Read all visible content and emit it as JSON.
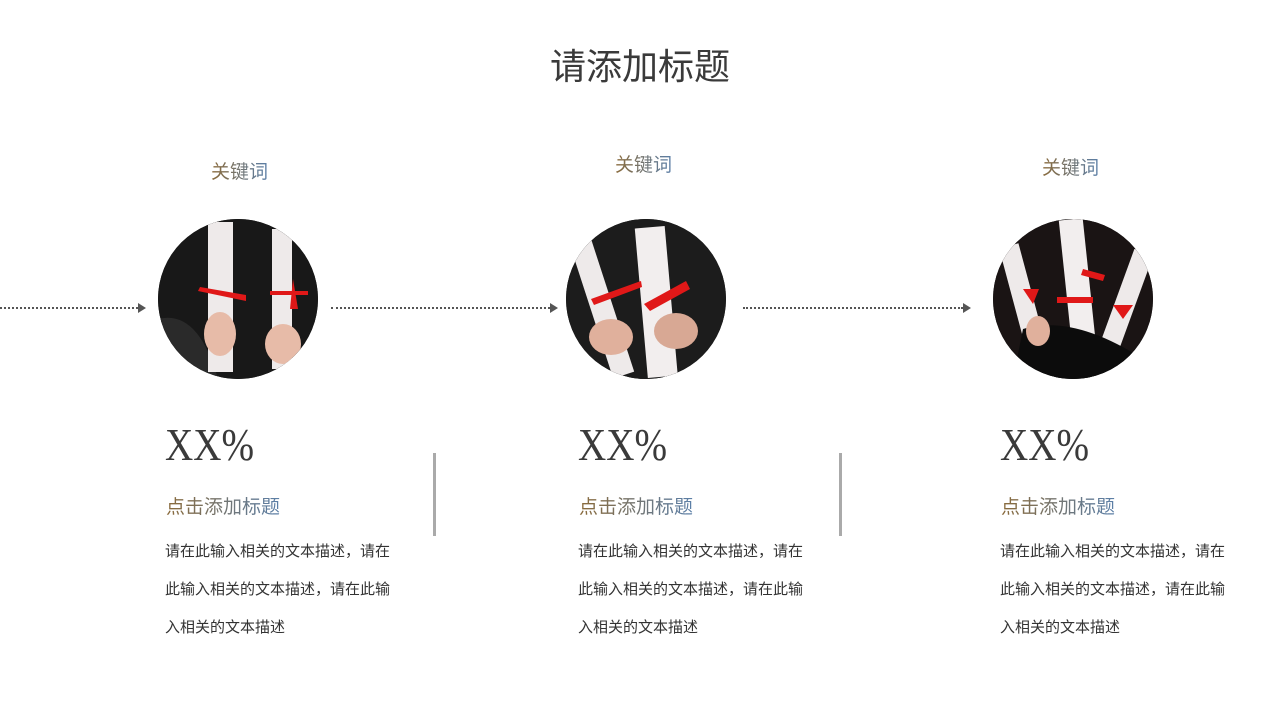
{
  "title": "请添加标题",
  "items": [
    {
      "keyword": "关键词",
      "percent": "XX%",
      "subtitle": "点击添加标题",
      "description": "请在此输入相关的文本描述，请在此输入相关的文本描述，请在此输入相关的文本描述",
      "image": "graduates-holding-diplomas"
    },
    {
      "keyword": "关键词",
      "percent": "XX%",
      "subtitle": "点击添加标题",
      "description": "请在此输入相关的文本描述，请在此输入相关的文本描述，请在此输入相关的文本描述",
      "image": "graduates-holding-diplomas"
    },
    {
      "keyword": "关键词",
      "percent": "XX%",
      "subtitle": "点击添加标题",
      "description": "请在此输入相关的文本描述，请在此输入相关的文本描述，请在此输入相关的文本描述",
      "image": "graduates-holding-diplomas"
    }
  ],
  "colors": {
    "text": "#3a3a3a",
    "arrow": "#555555",
    "divider": "#aaaaaa",
    "ribbon": "#e01818"
  }
}
